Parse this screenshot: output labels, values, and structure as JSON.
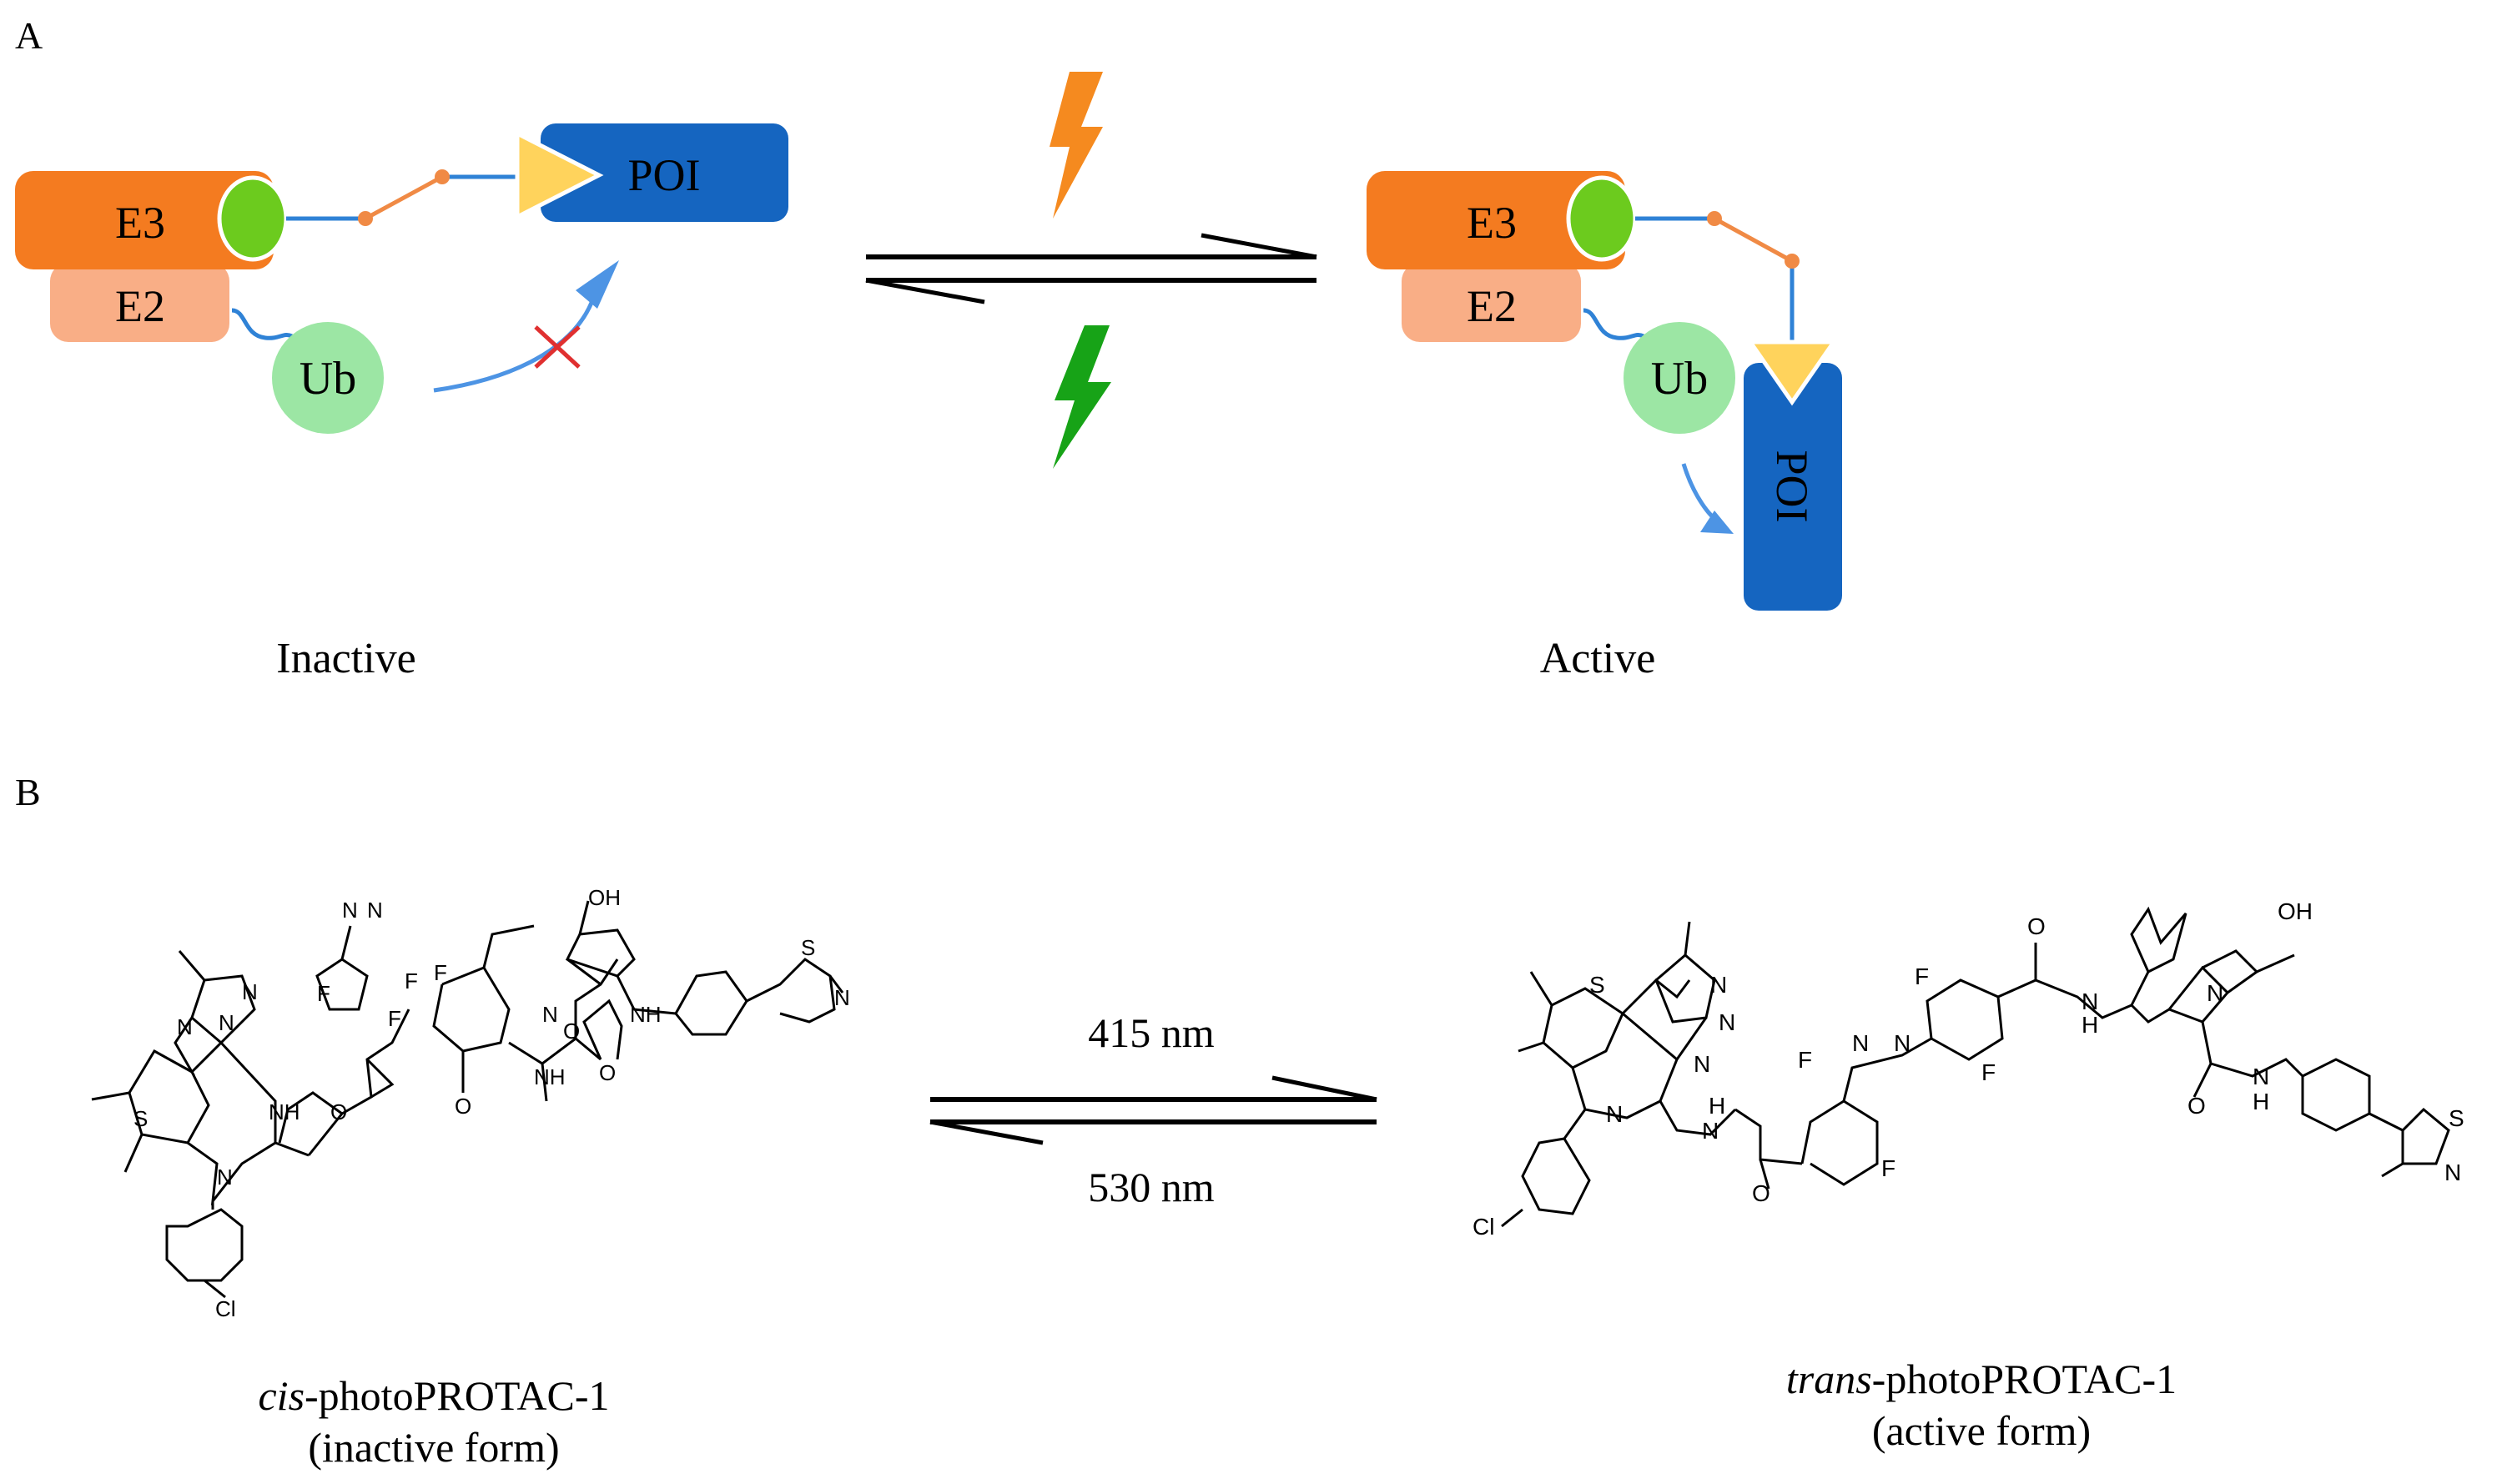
{
  "panel_a": {
    "label": "A",
    "inactive": {
      "e3": "E3",
      "e2": "E2",
      "ub": "Ub",
      "poi": "POI",
      "caption": "Inactive"
    },
    "active": {
      "e3": "E3",
      "e2": "E2",
      "ub": "Ub",
      "poi": "POI",
      "caption": "Active"
    },
    "colors": {
      "e3": "#F47B20",
      "e2": "#F9AE86",
      "ligand_green": "#6CCB1E",
      "ub": "#9CE6A4",
      "poi": "#1565C0",
      "triangle": "#FFD35C",
      "linker_blue": "#2F82D6",
      "linker_orange": "#F08A45",
      "arrow_blue": "#4D94E4",
      "blocked_x": "#E03030",
      "bolt_top": "#F58A1F",
      "bolt_bottom": "#17A317"
    }
  },
  "panel_b": {
    "label": "B",
    "forward_wavelength": "415 nm",
    "reverse_wavelength": "530 nm",
    "cis": {
      "prefix": "cis",
      "name": "-photoPROTAC-1",
      "form": "(inactive form)"
    },
    "trans": {
      "prefix": "trans",
      "name": "-photoPROTAC-1",
      "form": "(active form)"
    },
    "atoms": {
      "S": "S",
      "N": "N",
      "NH": "NH",
      "O": "O",
      "F": "F",
      "Cl": "Cl",
      "OH": "OH",
      "H": "H"
    }
  }
}
